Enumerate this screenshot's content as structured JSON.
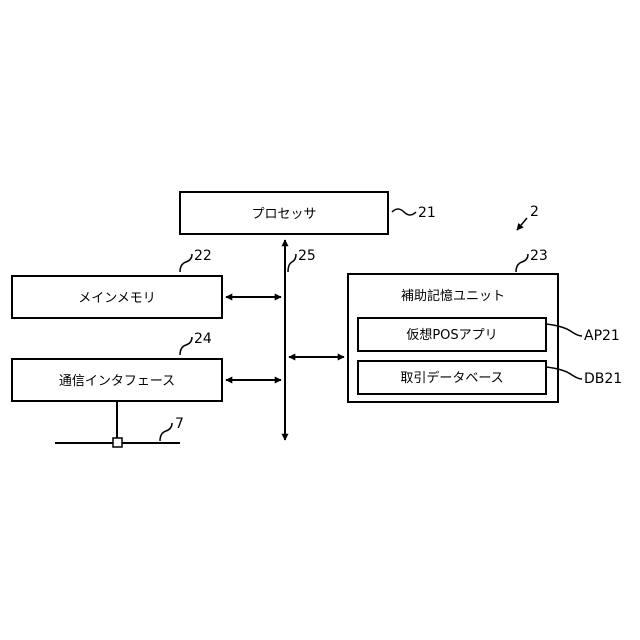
{
  "diagram": {
    "figure_ref": "2",
    "blocks": {
      "processor": {
        "label": "プロセッサ",
        "ref": "21"
      },
      "main_memory": {
        "label": "メインメモリ",
        "ref": "22"
      },
      "aux_storage": {
        "label": "補助記憶ユニット",
        "ref": "23"
      },
      "comm_interface": {
        "label": "通信インタフェース",
        "ref": "24"
      },
      "virtual_pos_app": {
        "label": "仮想POSアプリ",
        "ref": "AP21"
      },
      "transaction_db": {
        "label": "取引データベース",
        "ref": "DB21"
      }
    },
    "bus": {
      "ref": "25"
    },
    "network": {
      "ref": "7"
    }
  }
}
